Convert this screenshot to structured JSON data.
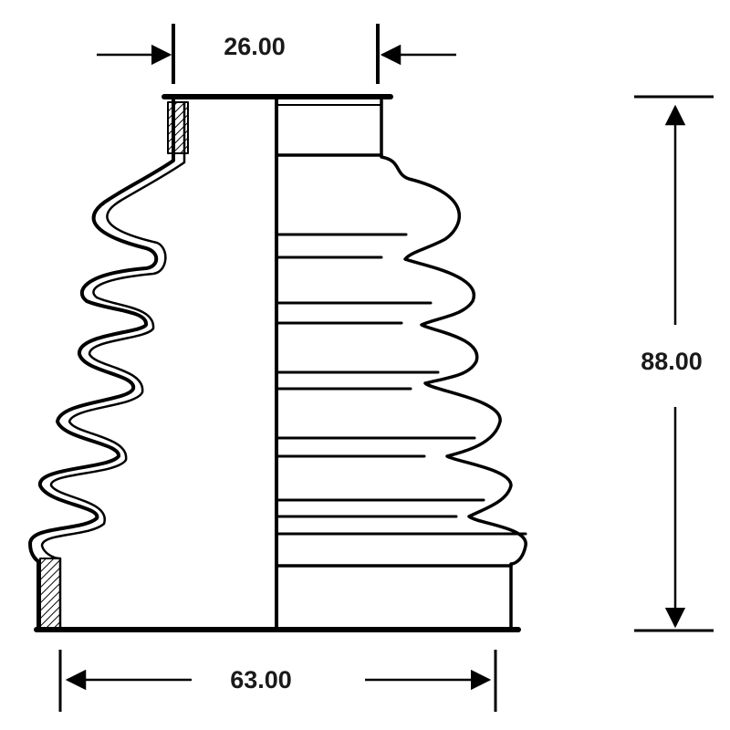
{
  "drawing": {
    "part": "cv-joint-boot",
    "line_color": "#000000",
    "background_color": "#ffffff"
  },
  "dimensions": {
    "top_width": "26.00",
    "height": "88.00",
    "bottom_width": "63.00"
  }
}
